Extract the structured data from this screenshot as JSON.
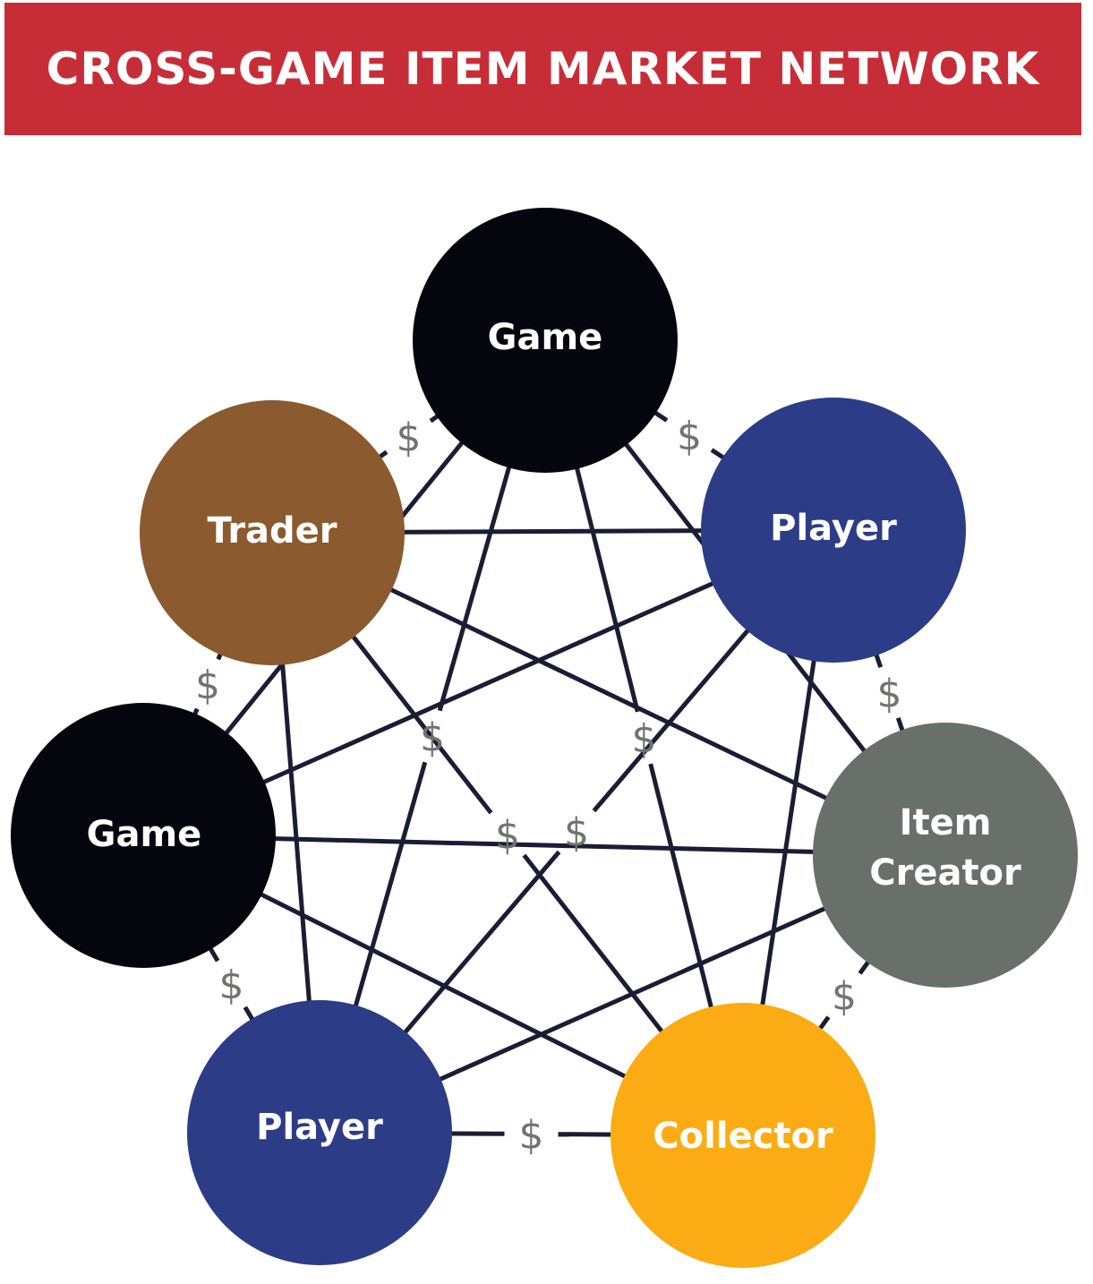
{
  "title": "CROSS-GAME ITEM MARKET NETWORK",
  "colors": {
    "title_bg": "#c72d37",
    "edge": "#1a1d33",
    "dollar": "#6f756d",
    "game": "#05050d",
    "player": "#2d3c86",
    "trader": "#8b5a2e",
    "item_creator": "#687069",
    "collector": "#fbac14"
  },
  "dollar_symbol": "$",
  "nodes": [
    {
      "id": "game-top",
      "label": [
        "Game"
      ],
      "role": "game"
    },
    {
      "id": "player-right",
      "label": [
        "Player"
      ],
      "role": "player"
    },
    {
      "id": "item-creator",
      "label": [
        "Item",
        "Creator"
      ],
      "role": "item_creator"
    },
    {
      "id": "collector",
      "label": [
        "Collector"
      ],
      "role": "collector"
    },
    {
      "id": "player-bottom",
      "label": [
        "Player"
      ],
      "role": "player"
    },
    {
      "id": "game-left",
      "label": [
        "Game"
      ],
      "role": "game"
    },
    {
      "id": "trader",
      "label": [
        "Trader"
      ],
      "role": "trader"
    }
  ],
  "edges": [
    {
      "from": "game-top",
      "to": "player-right",
      "payment": true
    },
    {
      "from": "player-right",
      "to": "item-creator",
      "payment": true
    },
    {
      "from": "item-creator",
      "to": "collector",
      "payment": true
    },
    {
      "from": "collector",
      "to": "player-bottom",
      "payment": true
    },
    {
      "from": "player-bottom",
      "to": "game-left",
      "payment": true
    },
    {
      "from": "game-left",
      "to": "trader",
      "payment": true
    },
    {
      "from": "trader",
      "to": "game-top",
      "payment": true
    },
    {
      "from": "game-top",
      "to": "player-bottom",
      "payment": true
    },
    {
      "from": "game-top",
      "to": "collector",
      "payment": true
    },
    {
      "from": "trader",
      "to": "collector",
      "payment": true
    },
    {
      "from": "player-right",
      "to": "player-bottom",
      "payment": true
    },
    {
      "from": "trader",
      "to": "player-right",
      "payment": false
    },
    {
      "from": "trader",
      "to": "item-creator",
      "payment": false
    },
    {
      "from": "trader",
      "to": "player-bottom",
      "payment": false
    },
    {
      "from": "game-top",
      "to": "game-left",
      "payment": false
    },
    {
      "from": "game-top",
      "to": "item-creator",
      "payment": false
    },
    {
      "from": "player-right",
      "to": "game-left",
      "payment": false
    },
    {
      "from": "player-right",
      "to": "collector",
      "payment": false
    },
    {
      "from": "game-left",
      "to": "item-creator",
      "payment": false
    },
    {
      "from": "game-left",
      "to": "collector",
      "payment": false
    },
    {
      "from": "item-creator",
      "to": "player-bottom",
      "payment": false
    }
  ]
}
